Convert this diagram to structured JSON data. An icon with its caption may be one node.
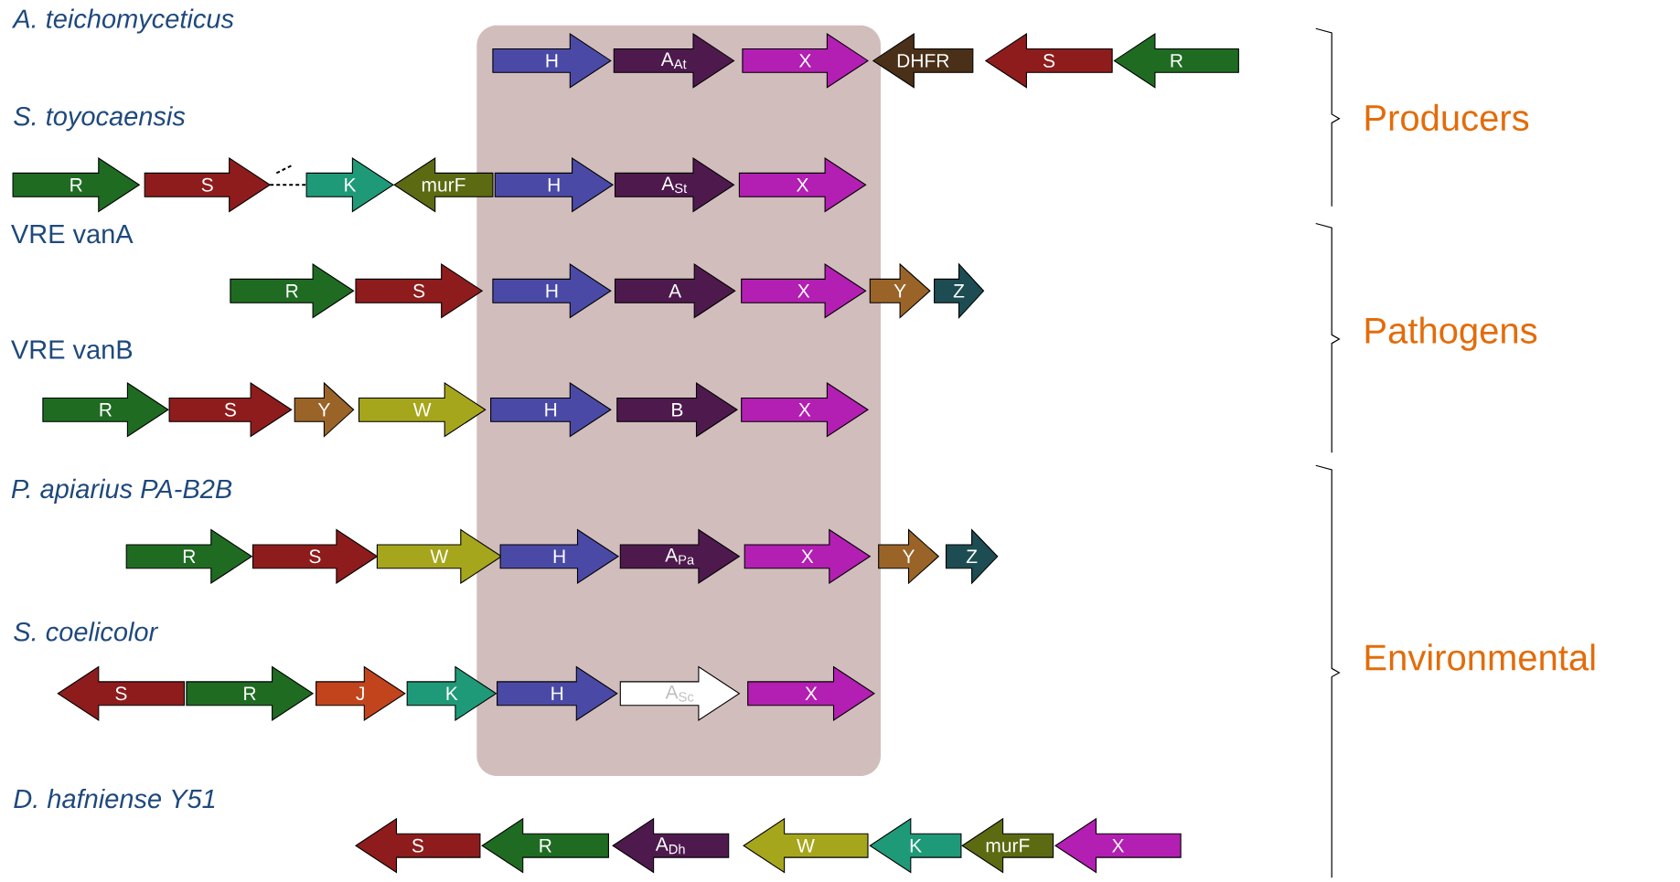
{
  "diagram": {
    "nodes": [
      {
        "text": [
          "H"
        ]
      },
      {
        "text": [
          "A$_{At}$"
        ]
      },
      {
        "text": [
          "X"
        ]
      },
      {
        "text": [
          "DHFR"
        ]
      },
      {
        "text": [
          "S"
        ]
      },
      {
        "text": [
          "R"
        ]
      },
      {
        "text": [
          "R"
        ]
      },
      {
        "text": [
          "S"
        ]
      },
      {
        "text": [
          "K"
        ]
      },
      {
        "text": [
          "murF"
        ]
      },
      {
        "text": [
          "H"
        ]
      },
      {
        "text": [
          "A$_{St}$"
        ]
      },
      {
        "text": [
          "X"
        ]
      },
      {
        "text": [
          "R"
        ]
      },
      {
        "text": [
          "S"
        ]
      },
      {
        "text": [
          "H"
        ]
      },
      {
        "text": [
          "A"
        ]
      },
      {
        "text": [
          "X"
        ]
      },
      {
        "text": [
          "Y"
        ]
      },
      {
        "text": [
          "Z"
        ]
      },
      {
        "text": [
          "R"
        ]
      },
      {
        "text": [
          "S"
        ]
      },
      {
        "text": [
          "Y"
        ]
      },
      {
        "text": [
          "W"
        ]
      },
      {
        "text": [
          "H"
        ]
      },
      {
        "text": [
          "B"
        ]
      },
      {
        "text": [
          "X"
        ]
      },
      {
        "text": [
          "R"
        ]
      },
      {
        "text": [
          "S"
        ]
      },
      {
        "text": [
          "W"
        ]
      },
      {
        "text": [
          "H"
        ]
      },
      {
        "text": [
          "A$_{Pa}$"
        ]
      },
      {
        "text": [
          "X"
        ]
      },
      {
        "text": [
          "Y"
        ]
      },
      {
        "text": [
          "Z"
        ]
      },
      {
        "text": [
          "S"
        ]
      },
      {
        "text": [
          "R"
        ]
      },
      {
        "text": [
          "J"
        ]
      },
      {
        "text": [
          "K"
        ]
      },
      {
        "text": [
          "H"
        ]
      },
      {
        "text": [
          "A$_{Sc}$"
        ]
      },
      {
        "text": [
          "X"
        ]
      },
      {
        "text": [
          "S"
        ]
      },
      {
        "text": [
          "R"
        ]
      },
      {
        "text": [
          "A$_{Dh}$"
        ]
      },
      {
        "text": [
          "W"
        ]
      },
      {
        "text": [
          "K"
        ]
      },
      {
        "text": [
          "murF"
        ]
      },
      {
        "text": [
          "X"
        ]
      }
    ],
    "labels": [
      "A. teichomyceticus",
      "S. toyocaensis",
      "VRE vanA",
      "VRE vanB",
      "P. apiarius PA-B2B",
      "S. coelicolor",
      "D. hafniense Y51",
      "Producers",
      "Pathogens",
      "Environmental"
    ]
  }
}
